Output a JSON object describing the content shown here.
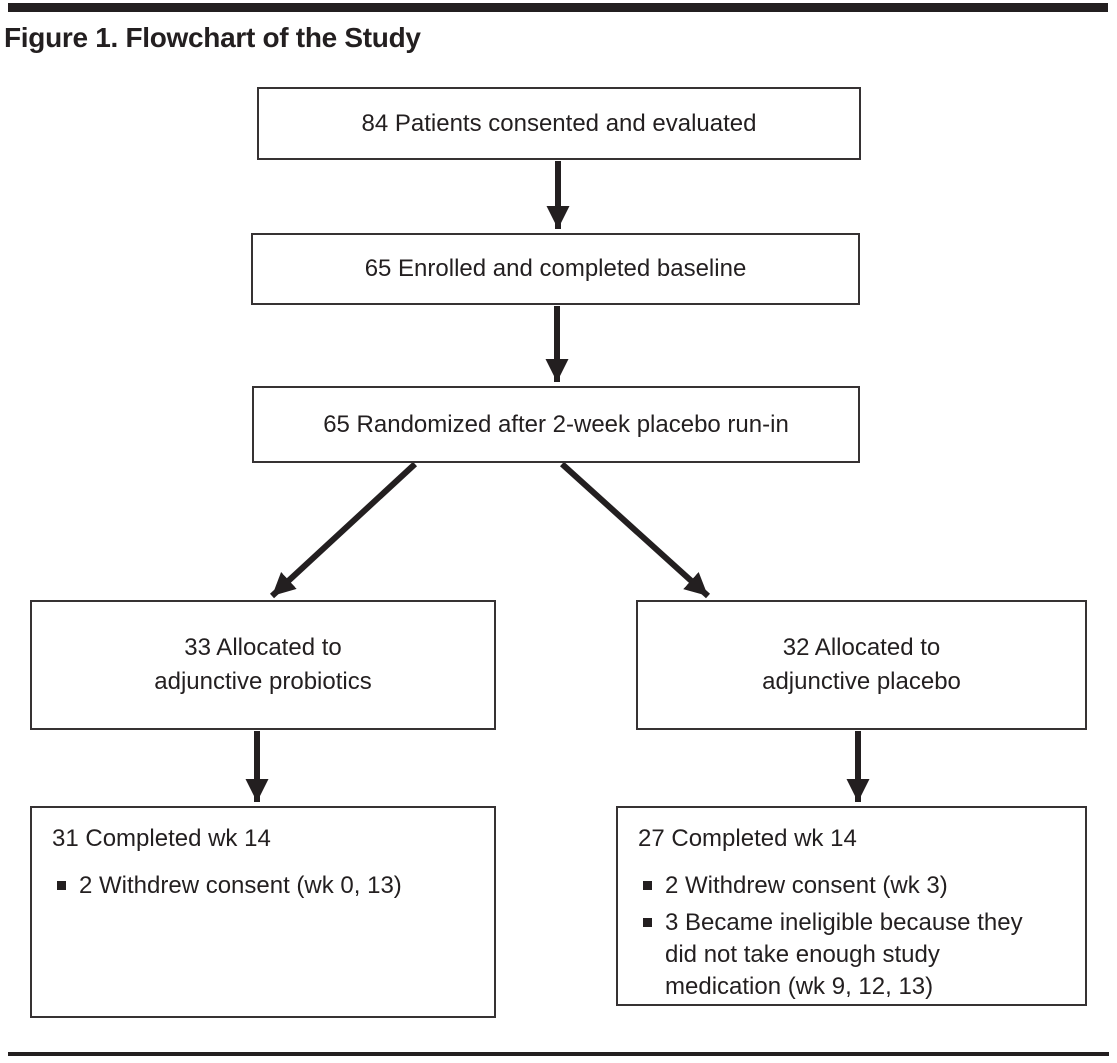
{
  "figure": {
    "title": "Figure 1. Flowchart of the Study"
  },
  "flowchart": {
    "boxes": [
      {
        "id": "consented",
        "text": "84 Patients consented and evaluated"
      },
      {
        "id": "enrolled",
        "text": "65 Enrolled and completed baseline"
      },
      {
        "id": "randomized",
        "text": "65 Randomized after 2-week placebo run-in"
      },
      {
        "id": "alloc_probiotics",
        "line1": "33 Allocated to",
        "line2": "adjunctive probiotics"
      },
      {
        "id": "alloc_placebo",
        "line1": "32 Allocated to",
        "line2": "adjunctive placebo"
      },
      {
        "id": "completed_probiotics",
        "heading": "31 Completed wk 14",
        "bullets": [
          "2 Withdrew consent (wk 0, 13)"
        ]
      },
      {
        "id": "completed_placebo",
        "heading": "27 Completed wk 14",
        "bullets": [
          "2 Withdrew consent (wk 3)",
          "3 Became ineligible because they did not take enough study medication (wk 9, 12, 13)"
        ]
      }
    ],
    "colors": {
      "ink": "#231f20",
      "box_border": "#363233",
      "background": "#ffffff"
    }
  }
}
